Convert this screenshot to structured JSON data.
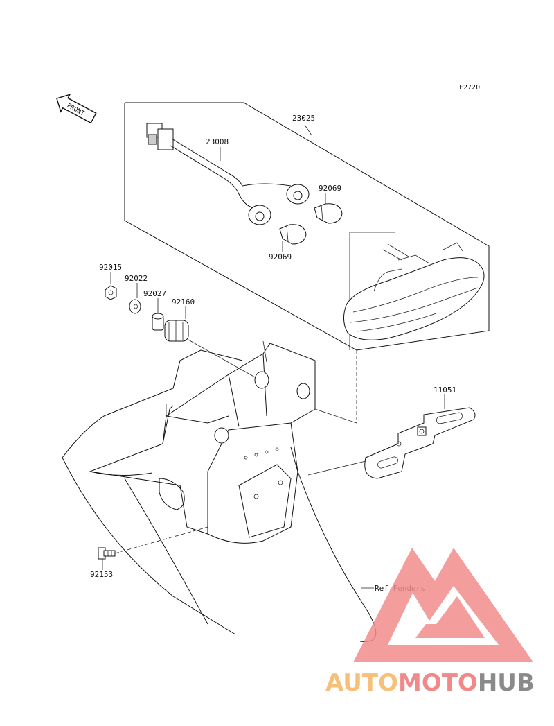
{
  "figure_code": "F2720",
  "front_arrow_label": "FRONT",
  "parts": {
    "assembly": "23025",
    "harness": "23008",
    "bulb_right": "92069",
    "bulb_left": "92069",
    "nut": "92015",
    "washer": "92022",
    "collar": "92027",
    "grommet": "92160",
    "bracket": "11051",
    "bolt": "92153"
  },
  "ref_label": "Ref.Fenders",
  "watermark": {
    "part1": "AUTO",
    "part2": "MOTO",
    "part3": "HUB",
    "colors": {
      "auto": "#f6c07a",
      "moto": "#f08a8a",
      "hub": "#8a8a8a",
      "logo": "#f28c8c"
    }
  }
}
